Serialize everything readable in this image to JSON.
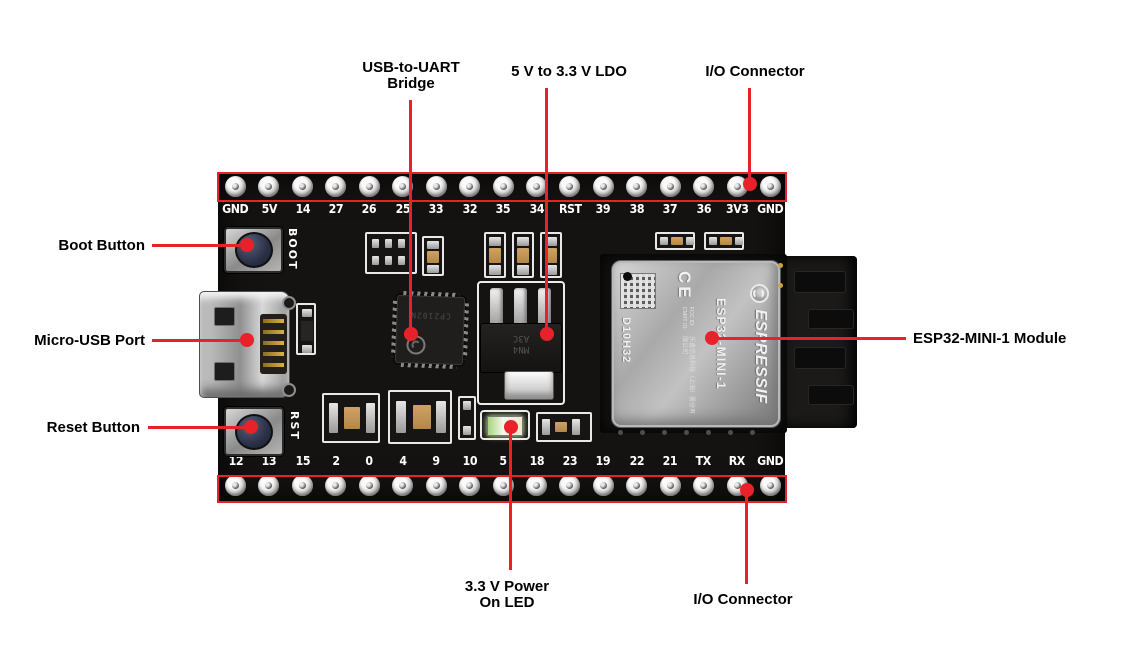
{
  "colors": {
    "annotation_red": "#e8222b",
    "board_black": "#151312",
    "shield_silver": "#b5b5b5",
    "silkscreen_white": "#ececec"
  },
  "callouts": {
    "usb_uart": {
      "line1": "USB-to-UART",
      "line2": "Bridge"
    },
    "ldo": "5 V to 3.3 V LDO",
    "io_top": "I/O Connector",
    "boot": "Boot Button",
    "usb": "Micro-USB Port",
    "reset": "Reset Button",
    "module": "ESP32-MINI-1 Module",
    "led": {
      "line1": "3.3 V Power",
      "line2": "On LED"
    },
    "io_bottom": "I/O Connector"
  },
  "board": {
    "top_pins": [
      "GND",
      "5V",
      "14",
      "27",
      "26",
      "25",
      "33",
      "32",
      "35",
      "34",
      "RST",
      "39",
      "38",
      "37",
      "36",
      "3V3",
      "GND"
    ],
    "bottom_pins": [
      "12",
      "13",
      "15",
      "2",
      "0",
      "4",
      "9",
      "10",
      "5",
      "18",
      "23",
      "19",
      "22",
      "21",
      "TX",
      "RX",
      "GND"
    ],
    "boot_button_label": "BOOT",
    "reset_button_label": "RST",
    "usb_uart_chip_marking": "CP2102N",
    "ldo_marking_line1": "MN4",
    "ldo_marking_line2": "A3C",
    "module": {
      "brand": "ESPRESSIF",
      "model": "ESP32-MINI-1",
      "lot": "D10H32",
      "fcc_id": "FCC ID:",
      "cmiit_id": "CMIIT ID:",
      "company_cn": "乐鑫信息科技（上海）股份有限公司",
      "ce_mark": "CE"
    }
  }
}
